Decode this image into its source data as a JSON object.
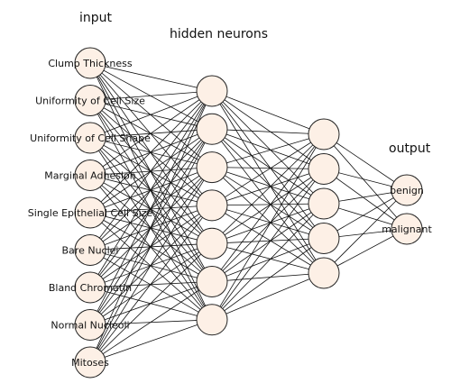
{
  "diagram": {
    "title_input": "input",
    "title_hidden": "hidden neurons",
    "title_output": "output",
    "node_fill": "#fdf0e6",
    "node_stroke": "#222222",
    "edge_color": "#111111",
    "input_nodes": [
      "Clump Thickness",
      "Uniformity of Cell Size",
      "Uniformity of Cell Shape",
      "Marginal Adhesion",
      "Single Epithelial Cell Size",
      "Bare Nuclei",
      "Bland Chromatin",
      "Normal Nucleoli",
      "Mitoses"
    ],
    "hidden_layer_1_count": 7,
    "hidden_layer_2_count": 5,
    "output_nodes": [
      "benign",
      "malignant"
    ]
  }
}
